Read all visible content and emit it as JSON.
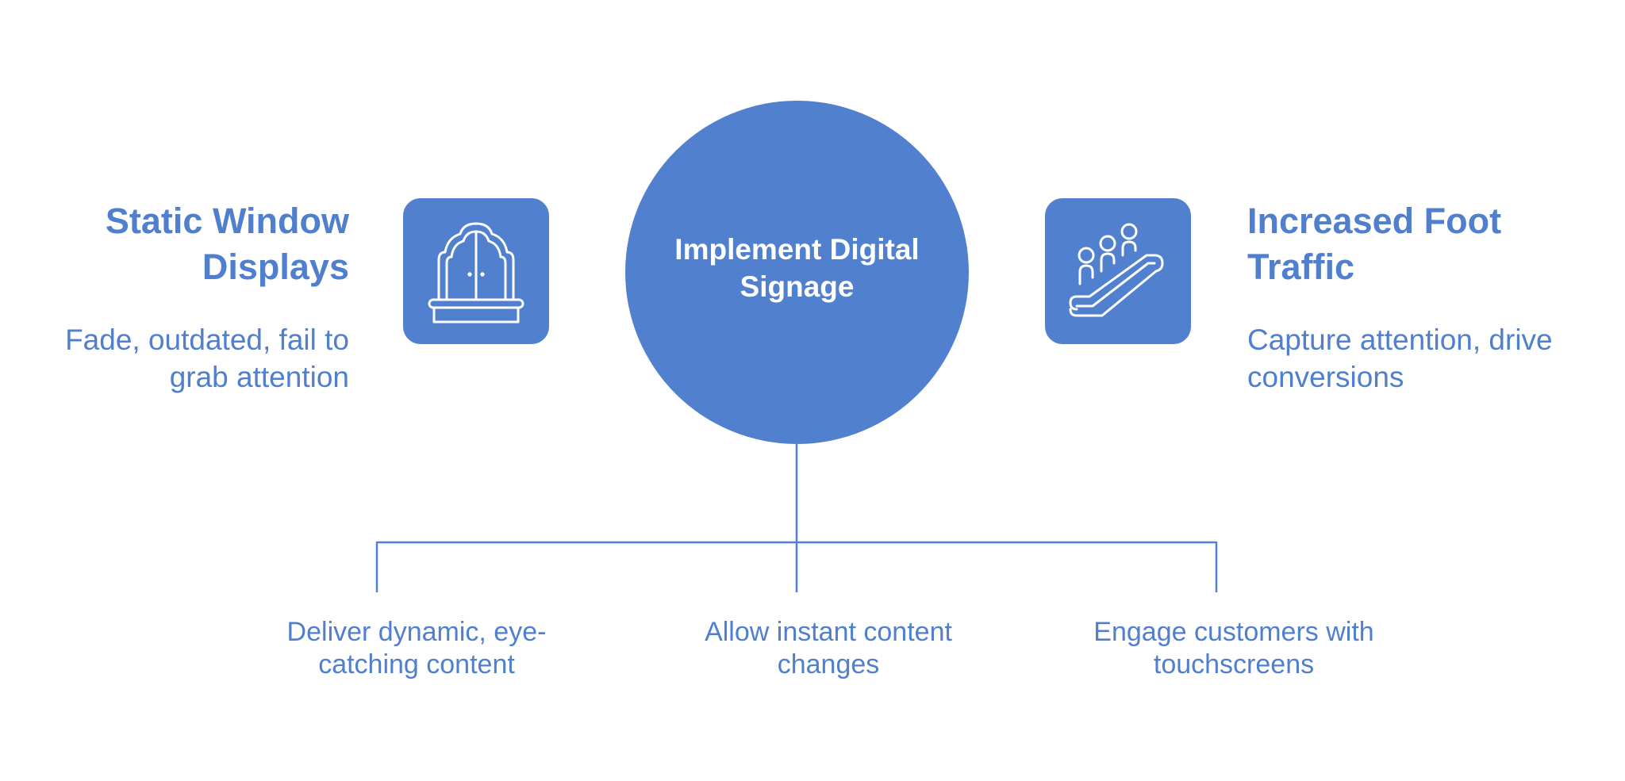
{
  "colors": {
    "accent": "#5181CE",
    "text": "#4F7FCD",
    "on_accent": "#FFFFFF",
    "background": "#FFFFFF"
  },
  "left": {
    "title": "Static Window Displays",
    "description": "Fade, outdated, fail to grab attention",
    "icon": "window-display-icon"
  },
  "center": {
    "label": "Implement Digital Signage"
  },
  "right": {
    "title": "Increased Foot Traffic",
    "description": "Capture attention, drive conversions",
    "icon": "escalator-people-icon"
  },
  "branches": [
    {
      "label": "Deliver dynamic, eye-catching content"
    },
    {
      "label": "Allow instant content changes"
    },
    {
      "label": "Engage customers with touchscreens"
    }
  ]
}
